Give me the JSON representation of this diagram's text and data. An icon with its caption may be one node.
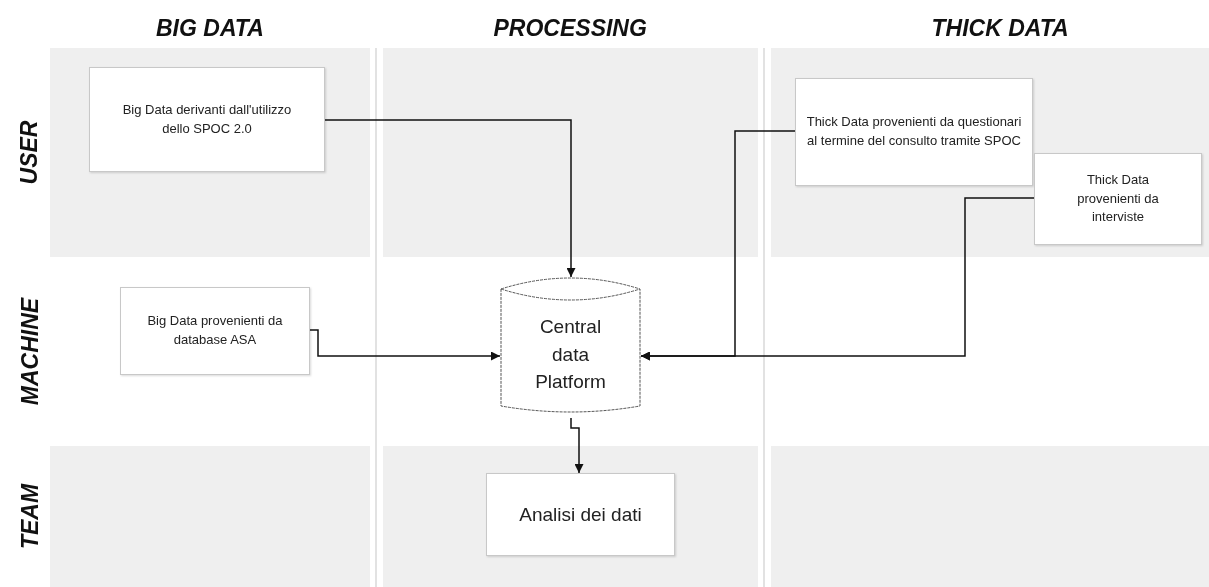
{
  "diagram": {
    "nodes": [
      {
        "text": [
          "Big Data derivanti dall'utilizzo dello SPOC 2.0"
        ]
      },
      {
        "text": [
          "Thick Data provenienti da questionari al termine del consulto tramite SPOC"
        ]
      },
      {
        "text": [
          "Thick Data provenienti da interviste"
        ]
      },
      {
        "text": [
          "Big Data provenienti da database ASA"
        ]
      },
      {
        "text": [
          "Central data Platform"
        ]
      },
      {
        "text": [
          "Analisi dei dati"
        ]
      }
    ],
    "edges": [
      {
        "from": 0,
        "to": 4,
        "arrow": "to"
      },
      {
        "from": 1,
        "to": 4,
        "arrow": "to"
      },
      {
        "from": 2,
        "to": 4,
        "arrow": "to"
      },
      {
        "from": 3,
        "to": 4,
        "arrow": "to"
      },
      {
        "from": 4,
        "to": 5,
        "arrow": "to"
      }
    ],
    "labels": [
      "BIG DATA",
      "PROCESSING",
      "THICK DATA",
      "USER",
      "MACHINE",
      "TEAM"
    ]
  }
}
